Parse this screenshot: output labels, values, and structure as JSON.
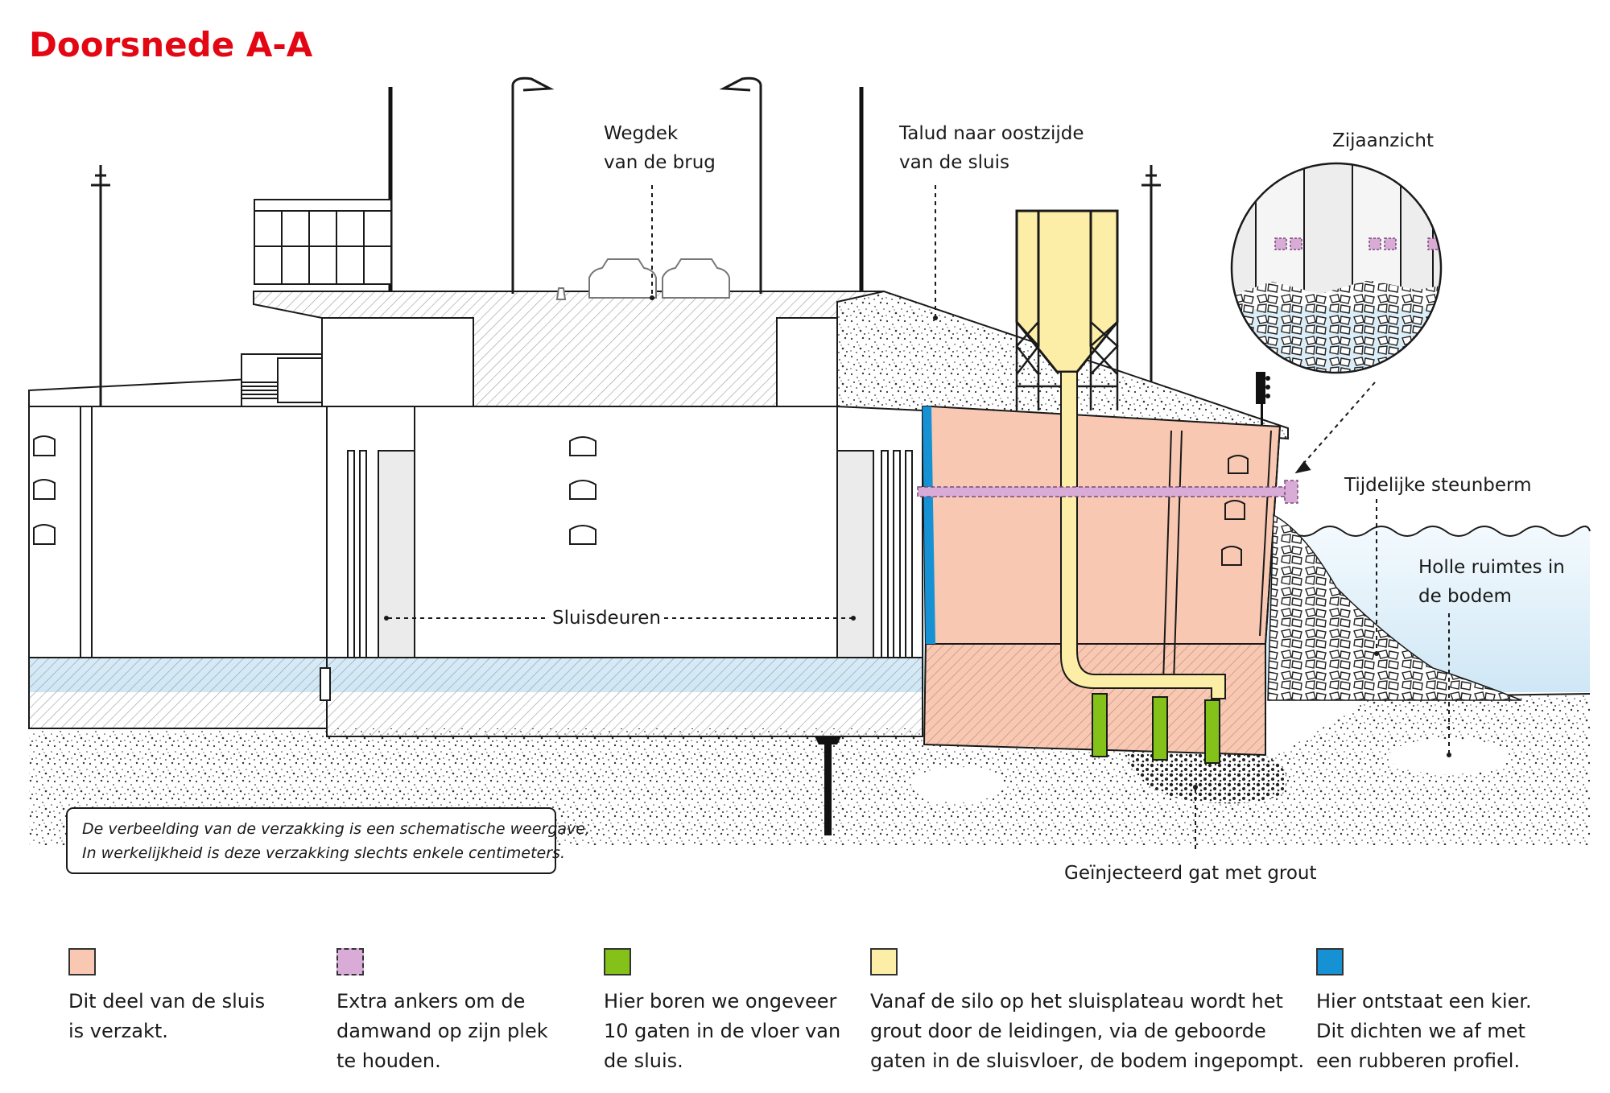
{
  "title": "Doorsnede A-A",
  "labels": {
    "wegdek": [
      "Wegdek",
      "van de brug"
    ],
    "talud": [
      "Talud naar oostzijde",
      "van de sluis"
    ],
    "zijaanzicht": "Zijaanzicht",
    "steunberm": "Tijdelijke steunberm",
    "holle": [
      "Holle ruimtes in",
      "de bodem"
    ],
    "sluisdeuren": "Sluisdeuren",
    "grout": "Geïnjecteerd gat met grout"
  },
  "note": [
    "De verbeelding van de verzakking is een schematische weergave.",
    "In werkelijkheid is deze verzakking slechts enkele centimeters."
  ],
  "legend": [
    {
      "color": "#f8c8b2",
      "text": "Dit deel van de sluis\nis verzakt."
    },
    {
      "color": "#d9acd8",
      "text": "Extra ankers om de\ndamwand op zijn plek\nte houden."
    },
    {
      "color": "#84c21a",
      "text": "Hier boren we ongeveer\n10 gaten in de vloer van\nde sluis."
    },
    {
      "color": "#fdeea7",
      "text": "Vanaf de silo op het sluisplateau wordt het\ngrout door de leidingen, via de geboorde\ngaten in de sluisvloer, de bodem ingepompt."
    },
    {
      "color": "#1591d4",
      "text": "Hier ontstaat een kier.\nDit dichten we af met\neen rubberen profiel."
    }
  ],
  "colors": {
    "title_red": "#e30613",
    "verzakt": "#f8c8b2",
    "anker": "#d9acd8",
    "gaten": "#84c21a",
    "grout_pipe": "#fdeea7",
    "kier": "#1591d4",
    "water": "#e2f1fa"
  }
}
